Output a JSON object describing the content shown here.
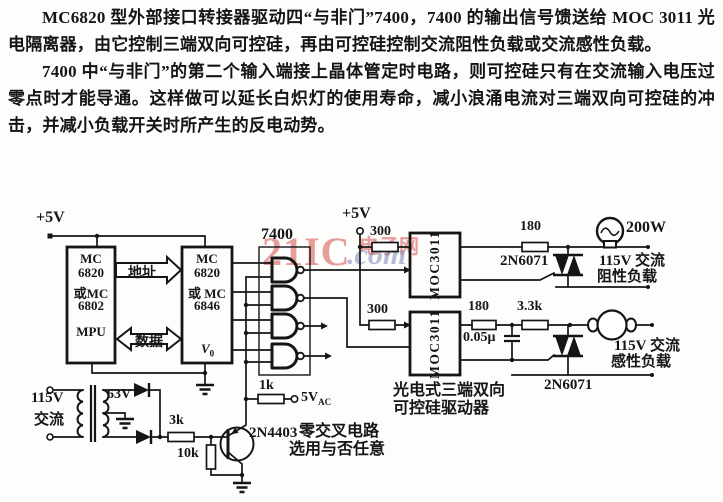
{
  "doc": {
    "para1": "MC6820 型外部接口转接器驱动四“与非门”7400，7400 的输出信号馈送给 MOC 3011 光电隔离器，由它控制三端双向可控硅，再由可控硅控制交流阻性负载或交流感性负载。",
    "para2": "7400 中“与非门”的第二个输入端接上晶体管定时电路，则可控硅只有在交流输入电压过零点时才能导通。这样做可以延长白炽灯的使用寿命，减小浪涌电流对三端双向可控硅的冲击，并减小负载开关时所产生的反电动势。"
  },
  "watermark": {
    "big": "21IC",
    "com": ".com",
    "site": "电子网",
    "red": "#d54e46",
    "blue": "#707ab6"
  },
  "c": {
    "vcc_left": "+5V",
    "vcc_mid": "+5V",
    "mpu": {
      "l1": "MC",
      "l2": "6820",
      "l3": "或MC",
      "l4": "6802",
      "l5": "MPU"
    },
    "pia": {
      "l1": "MC",
      "l2": "6820",
      "l3": "或 MC",
      "l4": "6846",
      "v": "V",
      "vsub": "0"
    },
    "bus": {
      "addr": "地址",
      "data": "数据"
    },
    "nand": "7400",
    "moc1": "MOC3011",
    "moc2": "MOC3011",
    "r300a": "300",
    "r300b": "300",
    "r180a": "180",
    "r180b": "180",
    "r33k": "3.3k",
    "r1k": "1k",
    "r3k": "3k",
    "r10k": "10k",
    "cap": "0.05μ",
    "lamp": "200W",
    "triac1": "2N6071",
    "triac2": "2N6071",
    "q1": "2N4403",
    "v5ac": "5V",
    "v5ac_sub": "AC",
    "xfmr": "63V",
    "acin1": "115V",
    "acin2": "交流",
    "load_r1": "115V 交流",
    "load_r2": "阻性负载",
    "load_l1": "115V 交流",
    "load_l2": "感性负载",
    "moc_cap1": "光电式三端双向",
    "moc_cap2": "可控硅驱动器",
    "zc1": "零交叉电路",
    "zc2": "选用与否任意"
  }
}
